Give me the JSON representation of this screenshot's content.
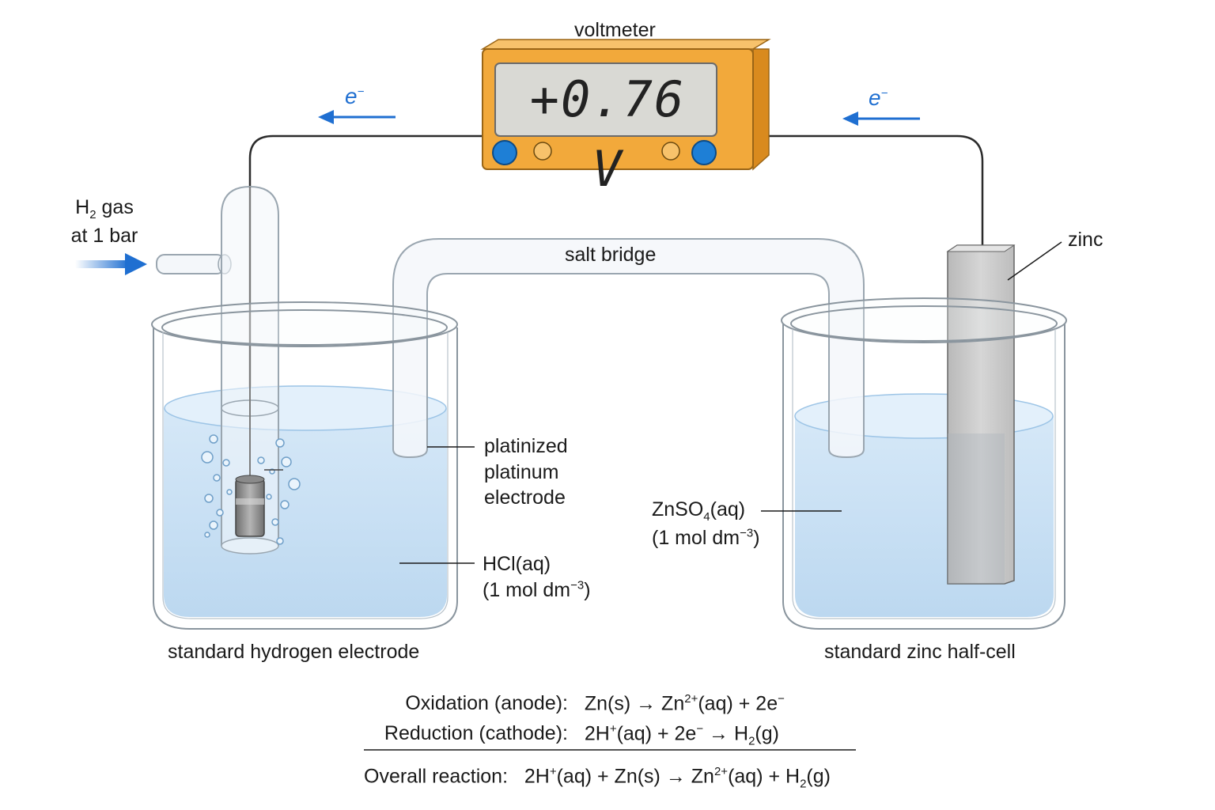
{
  "voltmeter": {
    "label": "voltmeter",
    "reading": "+0.76 V"
  },
  "electron": {
    "symbol": "e",
    "charge": "−"
  },
  "gas": {
    "line1_a": "H",
    "line1_sub": "2",
    "line1_b": " gas",
    "line2": "at 1 bar"
  },
  "salt_bridge": {
    "label": "salt bridge"
  },
  "labels": {
    "zinc": "zinc",
    "platinized": [
      "platinized",
      "platinum",
      "electrode"
    ],
    "hcl": {
      "line1": "HCl(aq)",
      "line2_a": "(1 mol dm",
      "line2_sup": "−3",
      "line2_b": ")"
    },
    "znso4": {
      "line1_a": "ZnSO",
      "line1_sub": "4",
      "line1_b": "(aq)",
      "line2_a": "(1 mol dm",
      "line2_sup": "−3",
      "line2_b": ")"
    },
    "she": "standard hydrogen electrode",
    "zinc_half_cell": "standard zinc half-cell"
  },
  "equations": {
    "oxidation": {
      "label": "Oxidation (anode):",
      "a": "Zn(s) → Zn",
      "sup1": "2+",
      "b": "(aq) + 2e",
      "sup2": "−"
    },
    "reduction": {
      "label": "Reduction (cathode):",
      "a": "2H",
      "sup1": "+",
      "b": "(aq) + 2e",
      "sup2": "−",
      "c": " → H",
      "sub1": "2",
      "d": "(g)"
    },
    "overall": {
      "label": "Overall reaction:",
      "a": "2H",
      "sup1": "+",
      "b": "(aq) + Zn(s) → Zn",
      "sup2": "2+",
      "c": "(aq) + H",
      "sub1": "2",
      "d": "(g)"
    }
  },
  "colors": {
    "voltmeter_body": "#f2a93b",
    "arrow": "#1f6fd1",
    "solution": "#cfe4f5",
    "zinc_plate": "#c9c9c9"
  }
}
